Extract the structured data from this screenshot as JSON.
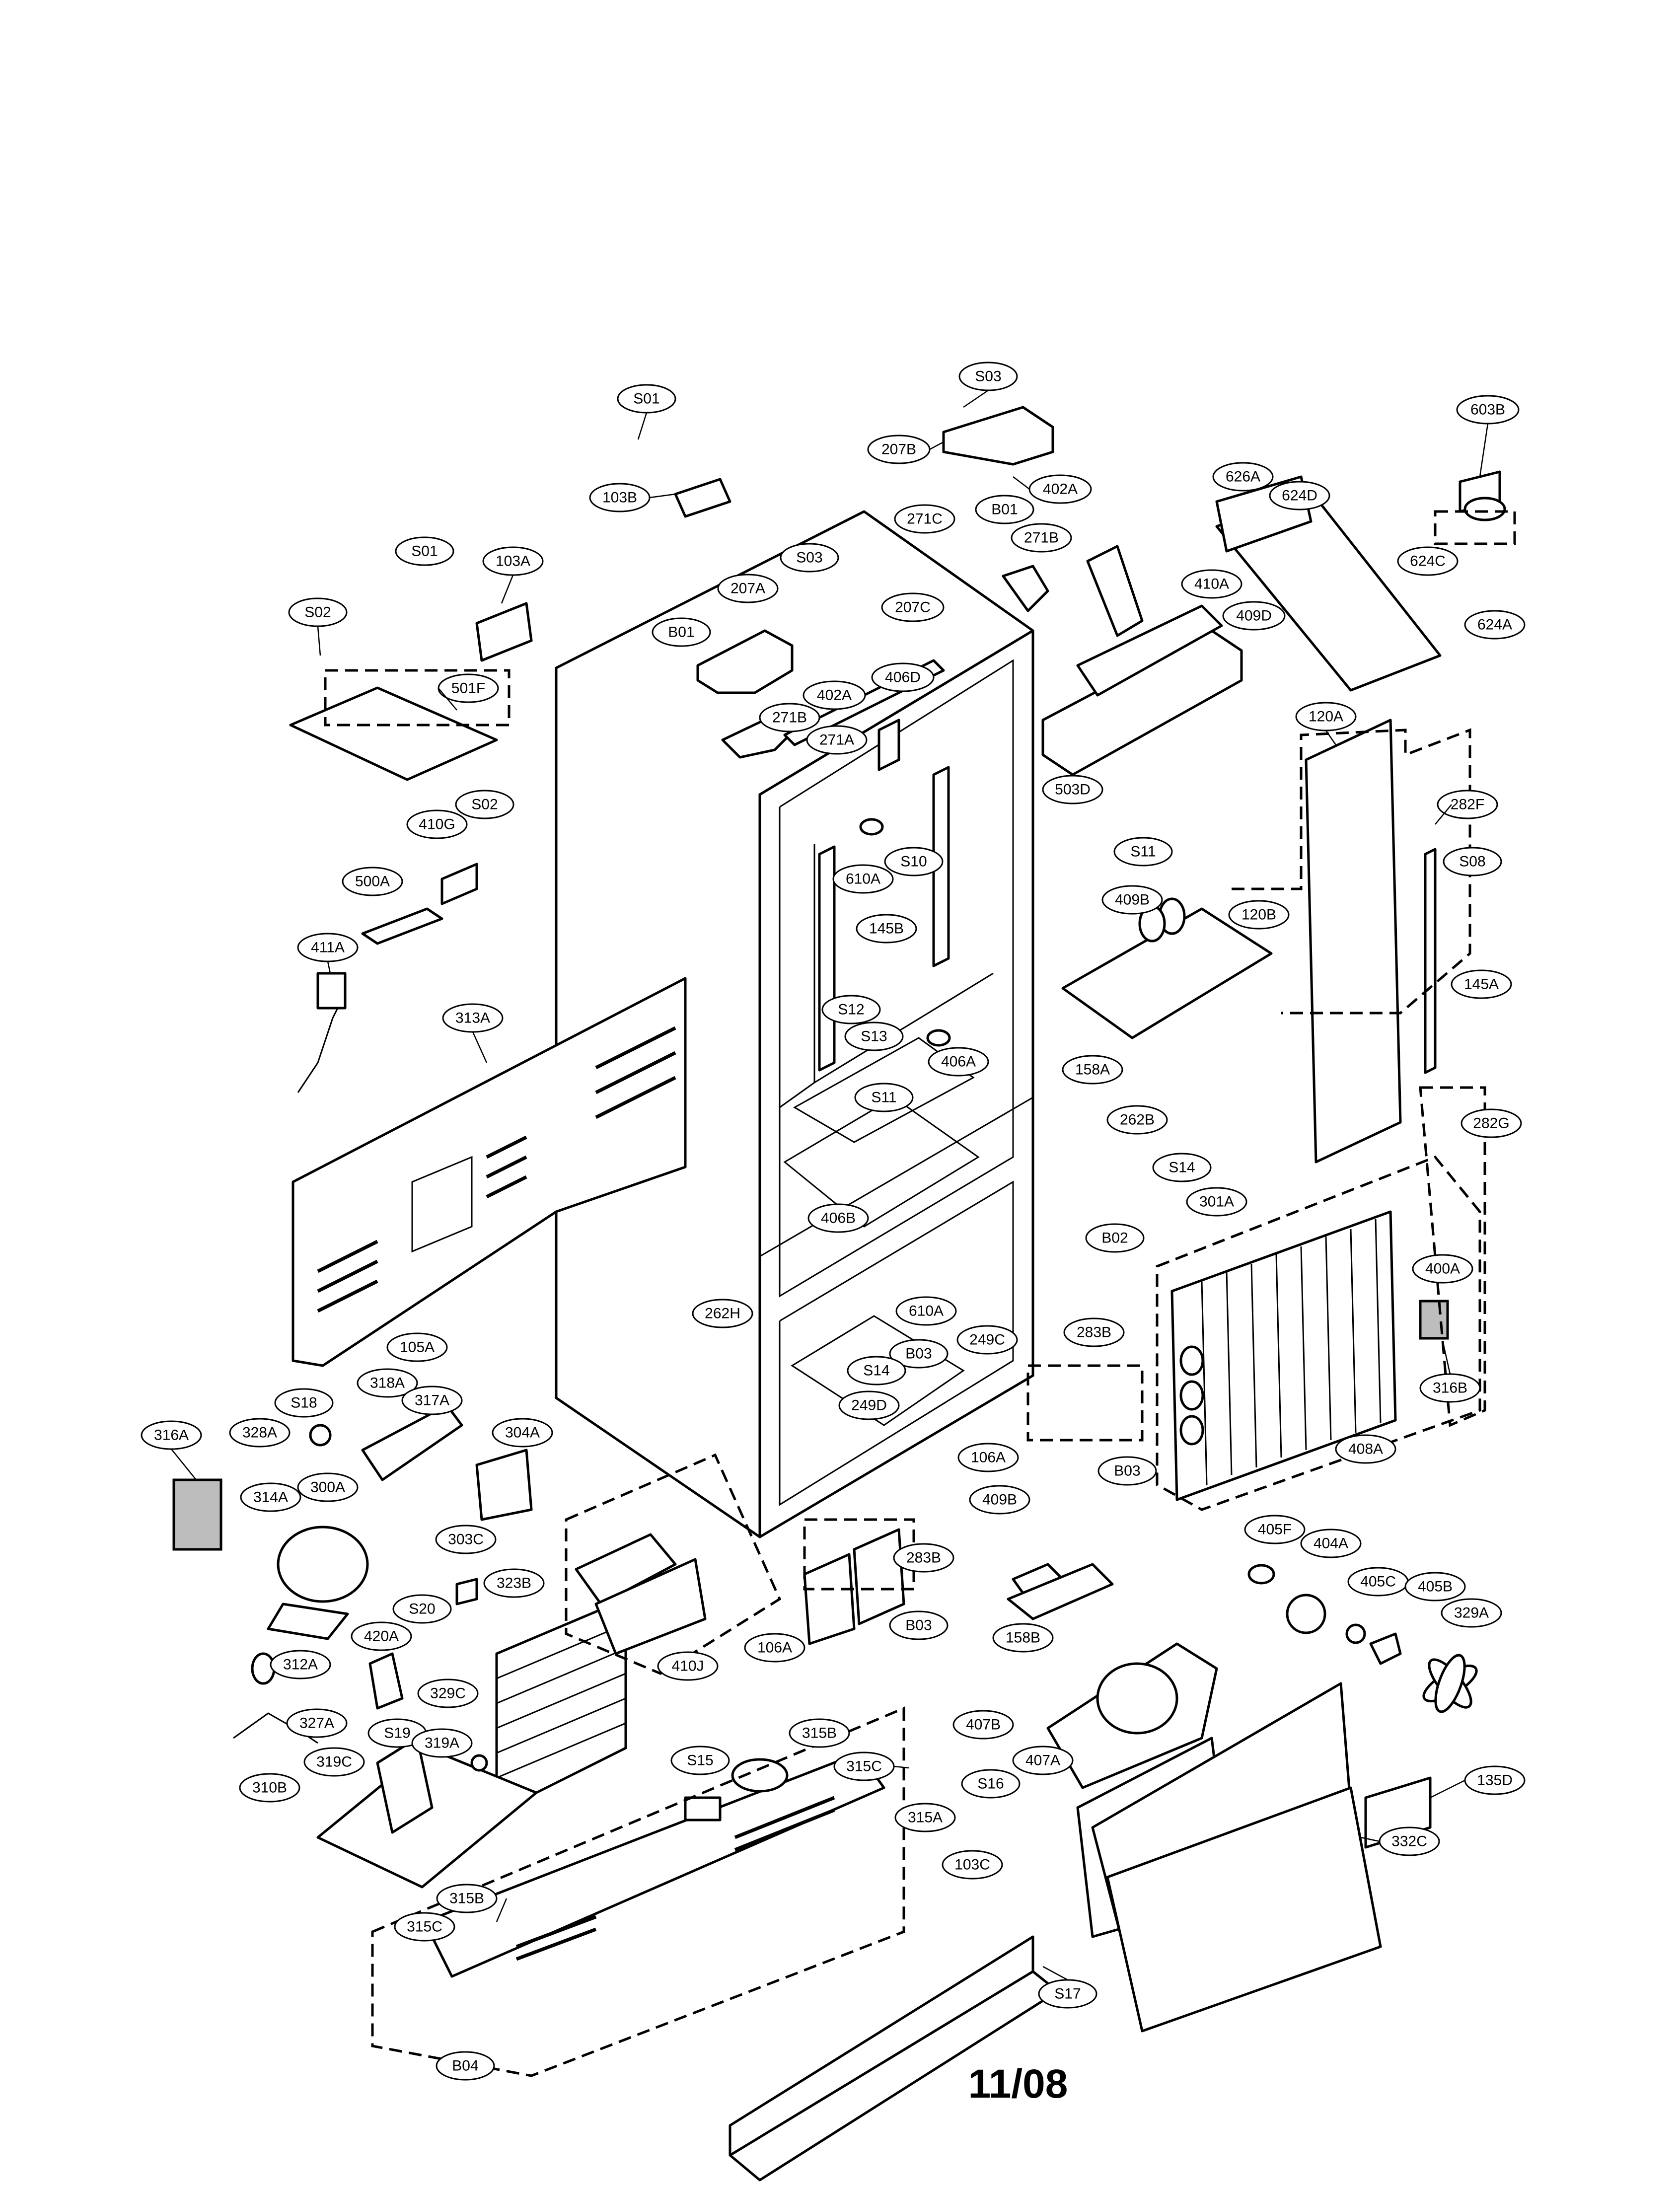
{
  "page_number": "11/08",
  "labels": [
    "S01",
    "103B",
    "S03",
    "207B",
    "402A",
    "B01",
    "271C",
    "271B",
    "603B",
    "626A",
    "624D",
    "410A",
    "624C",
    "624A",
    "S01",
    "103A",
    "207A",
    "S03",
    "B01",
    "207C",
    "402A",
    "406D",
    "271B",
    "271A",
    "409D",
    "S02",
    "501F",
    "S02",
    "410G",
    "500A",
    "411A",
    "610A",
    "S10",
    "145B",
    "S12",
    "S13",
    "406A",
    "S11",
    "313A",
    "503D",
    "S11",
    "120A",
    "282F",
    "S08",
    "120B",
    "145A",
    "409B",
    "158A",
    "282G",
    "262B",
    "S14",
    "B02",
    "301A",
    "406B",
    "262H",
    "610A",
    "B03",
    "249C",
    "S14",
    "249D",
    "105A",
    "283B",
    "400A",
    "316B",
    "S18",
    "318A",
    "317A",
    "316A",
    "328A",
    "304A",
    "106A",
    "408A",
    "B03",
    "314A",
    "300A",
    "409B",
    "405F",
    "404A",
    "405C",
    "405B",
    "329A",
    "303C",
    "S20",
    "323B",
    "283B",
    "B03",
    "158B",
    "420A",
    "312A",
    "329C",
    "410J",
    "106A",
    "327A",
    "S19",
    "319A",
    "319C",
    "310B",
    "407B",
    "315B",
    "S15",
    "315C",
    "407A",
    "135D",
    "S16",
    "315A",
    "332C",
    "103C",
    "315B",
    "315C",
    "S17",
    "B04"
  ]
}
